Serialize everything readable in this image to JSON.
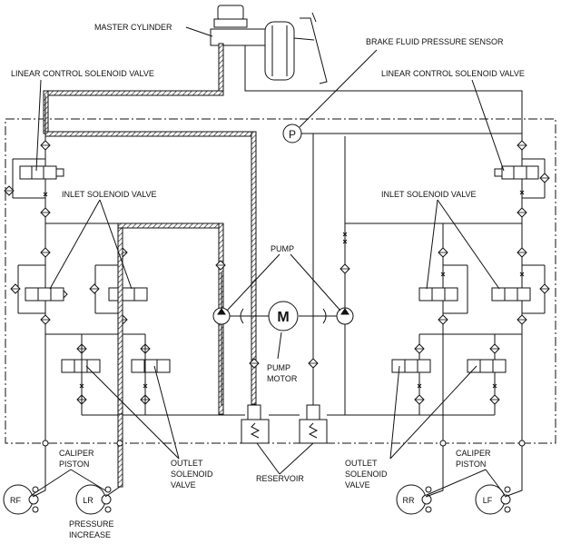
{
  "labels": {
    "master_cylinder": "MASTER CYLINDER",
    "brake_fluid_pressure_sensor": "BRAKE FLUID PRESSURE SENSOR",
    "linear_control_left": "LINEAR CONTROL SOLENOID VALVE",
    "linear_control_right": "LINEAR CONTROL SOLENOID VALVE",
    "inlet_left": "INLET SOLENOID VALVE",
    "inlet_right": "INLET SOLENOID VALVE",
    "pump": "PUMP",
    "pump_motor_line1": "PUMP",
    "pump_motor_line2": "MOTOR",
    "motor_symbol": "M",
    "pressure_sensor_symbol": "P",
    "reservoir": "RESERVOIR",
    "outlet_left_line1": "OUTLET",
    "outlet_left_line2": "SOLENOID",
    "outlet_left_line3": "VALVE",
    "outlet_right_line1": "OUTLET",
    "outlet_right_line2": "SOLENOID",
    "outlet_right_line3": "VALVE",
    "caliper_left_line1": "CALIPER",
    "caliper_left_line2": "PISTON",
    "caliper_right_line1": "CALIPER",
    "caliper_right_line2": "PISTON",
    "pressure_increase_line1": "PRESSURE",
    "pressure_increase_line2": "INCREASE"
  },
  "wheels": {
    "rf": "RF",
    "lr": "LR",
    "rr": "RR",
    "lf": "LF"
  }
}
